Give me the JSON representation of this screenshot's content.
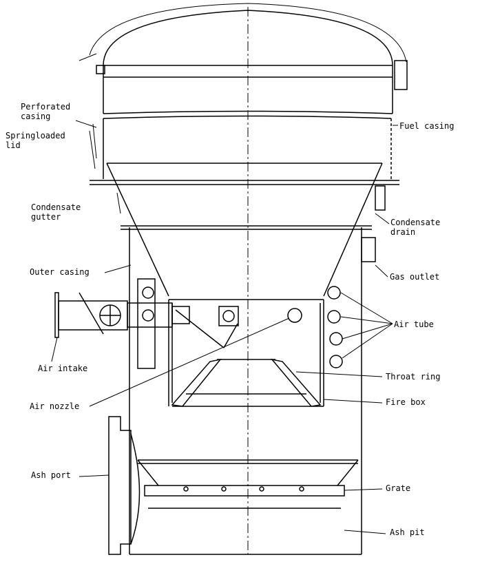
{
  "labels": {
    "springloaded_lid_1": "Springloaded",
    "springloaded_lid_2": "lid",
    "perforated_casing_1": "Perforated",
    "perforated_casing_2": "casing",
    "fuel_casing": "Fuel casing",
    "condensate_gutter_1": "Condensate",
    "condensate_gutter_2": "gutter",
    "condensate_drain_1": "Condensate",
    "condensate_drain_2": "drain",
    "outer_casing": "Outer casing",
    "gas_outlet": "Gas outlet",
    "air_tube": "Air tube",
    "air_intake": "Air intake",
    "throat_ring": "Throat ring",
    "air_nozzle": "Air nozzle",
    "fire_box": "Fire box",
    "ash_port": "Ash port",
    "grate": "Grate",
    "ash_pit": "Ash pit"
  }
}
